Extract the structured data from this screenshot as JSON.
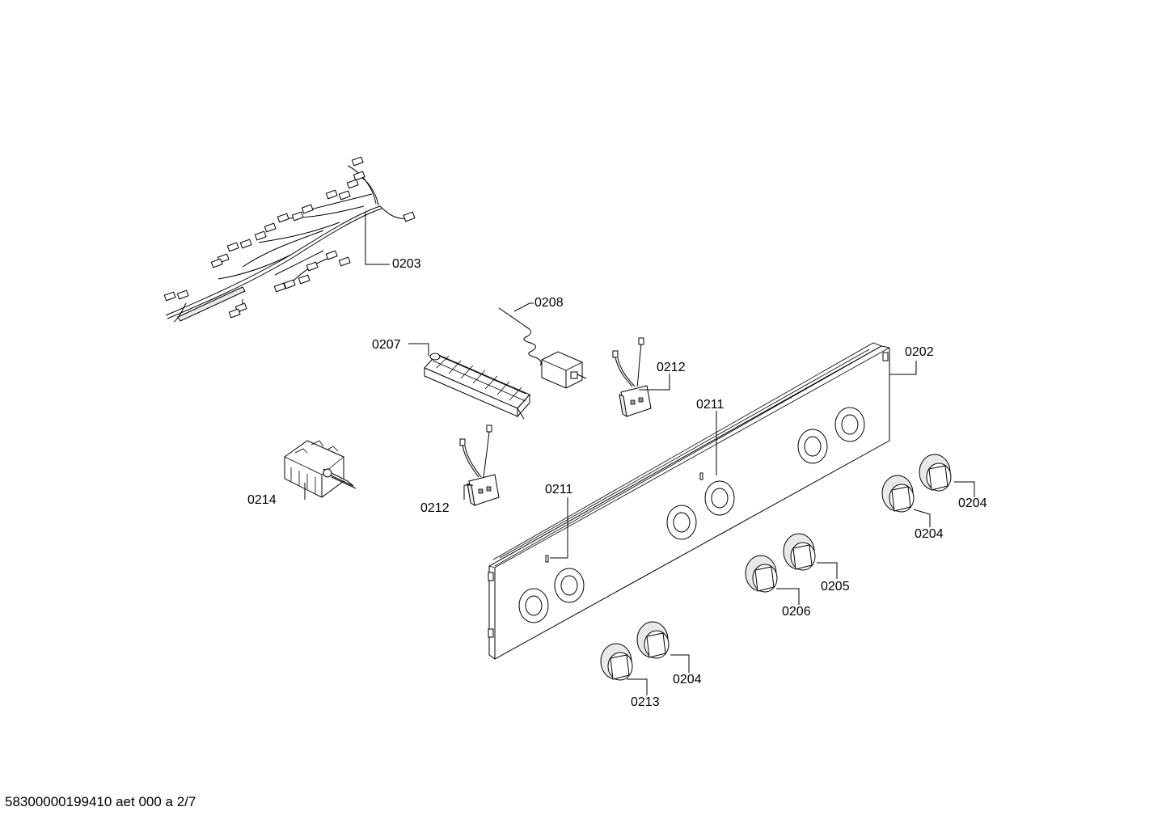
{
  "diagram": {
    "footer_text": "58300000199410 aet 000 a 2/7",
    "callouts": [
      {
        "id": "c0203",
        "text": "0203"
      },
      {
        "id": "c0208",
        "text": "0208"
      },
      {
        "id": "c0207",
        "text": "0207"
      },
      {
        "id": "c0212a",
        "text": "0212"
      },
      {
        "id": "c0202",
        "text": "0202"
      },
      {
        "id": "c0211a",
        "text": "0211"
      },
      {
        "id": "c0214",
        "text": "0214"
      },
      {
        "id": "c0212b",
        "text": "0212"
      },
      {
        "id": "c0211b",
        "text": "0211"
      },
      {
        "id": "c0204a",
        "text": "0204"
      },
      {
        "id": "c0204b",
        "text": "0204"
      },
      {
        "id": "c0205",
        "text": "0205"
      },
      {
        "id": "c0206",
        "text": "0206"
      },
      {
        "id": "c0204c",
        "text": "0204"
      },
      {
        "id": "c0213",
        "text": "0213"
      }
    ]
  }
}
